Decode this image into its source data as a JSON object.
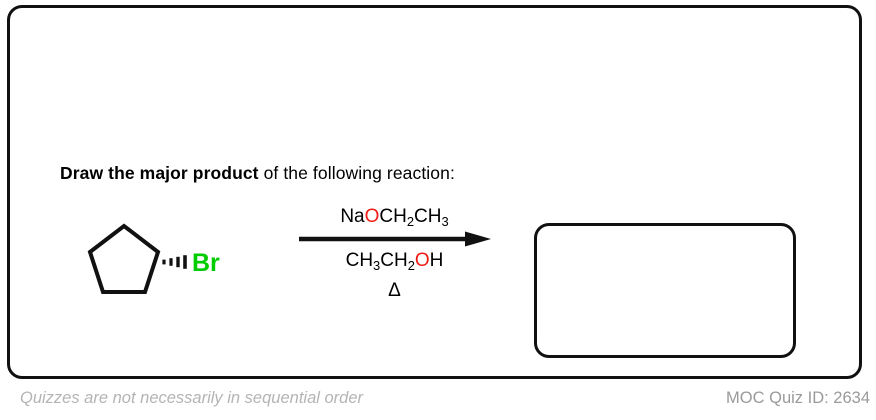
{
  "card": {
    "prompt": {
      "bold_text": "Draw the major product",
      "rest_text": " of the following reaction:"
    }
  },
  "reaction": {
    "starting_material": {
      "name": "bromocyclopentane",
      "ring": "cyclopentane",
      "substituent_label": "Br",
      "substituent_color": "#00cc00",
      "bond_type": "hashed-wedge"
    },
    "reagents": {
      "above_arrow": {
        "parts": [
          {
            "text": "Na",
            "color": "#000000"
          },
          {
            "text": "O",
            "color": "#ee1c14"
          },
          {
            "text": "CH",
            "color": "#000000"
          },
          {
            "text": "2",
            "color": "#000000",
            "sub": true
          },
          {
            "text": "CH",
            "color": "#000000"
          },
          {
            "text": "3",
            "color": "#000000",
            "sub": true
          }
        ],
        "plain": "NaOCH2CH3"
      },
      "below_arrow": {
        "parts": [
          {
            "text": "CH",
            "color": "#000000"
          },
          {
            "text": "3",
            "color": "#000000",
            "sub": true
          },
          {
            "text": "CH",
            "color": "#000000"
          },
          {
            "text": "2",
            "color": "#000000",
            "sub": true
          },
          {
            "text": "O",
            "color": "#ee1c14"
          },
          {
            "text": "H",
            "color": "#000000"
          }
        ],
        "plain": "CH3CH2OH"
      },
      "heat_symbol": "Δ"
    },
    "arrow": {
      "direction": "right",
      "color": "#000000"
    },
    "answer_box": {
      "value": "",
      "placeholder": ""
    }
  },
  "footer": {
    "note": "Quizzes are not necessarily in sequential order",
    "quiz_id": "MOC Quiz ID: 2634"
  },
  "colors": {
    "oxygen_red": "#ee1c14",
    "bromine_green": "#00cc00",
    "ink": "#111111",
    "footer_note_gray": "#b4b4b4",
    "footer_id_gray": "#9a9a9a"
  }
}
